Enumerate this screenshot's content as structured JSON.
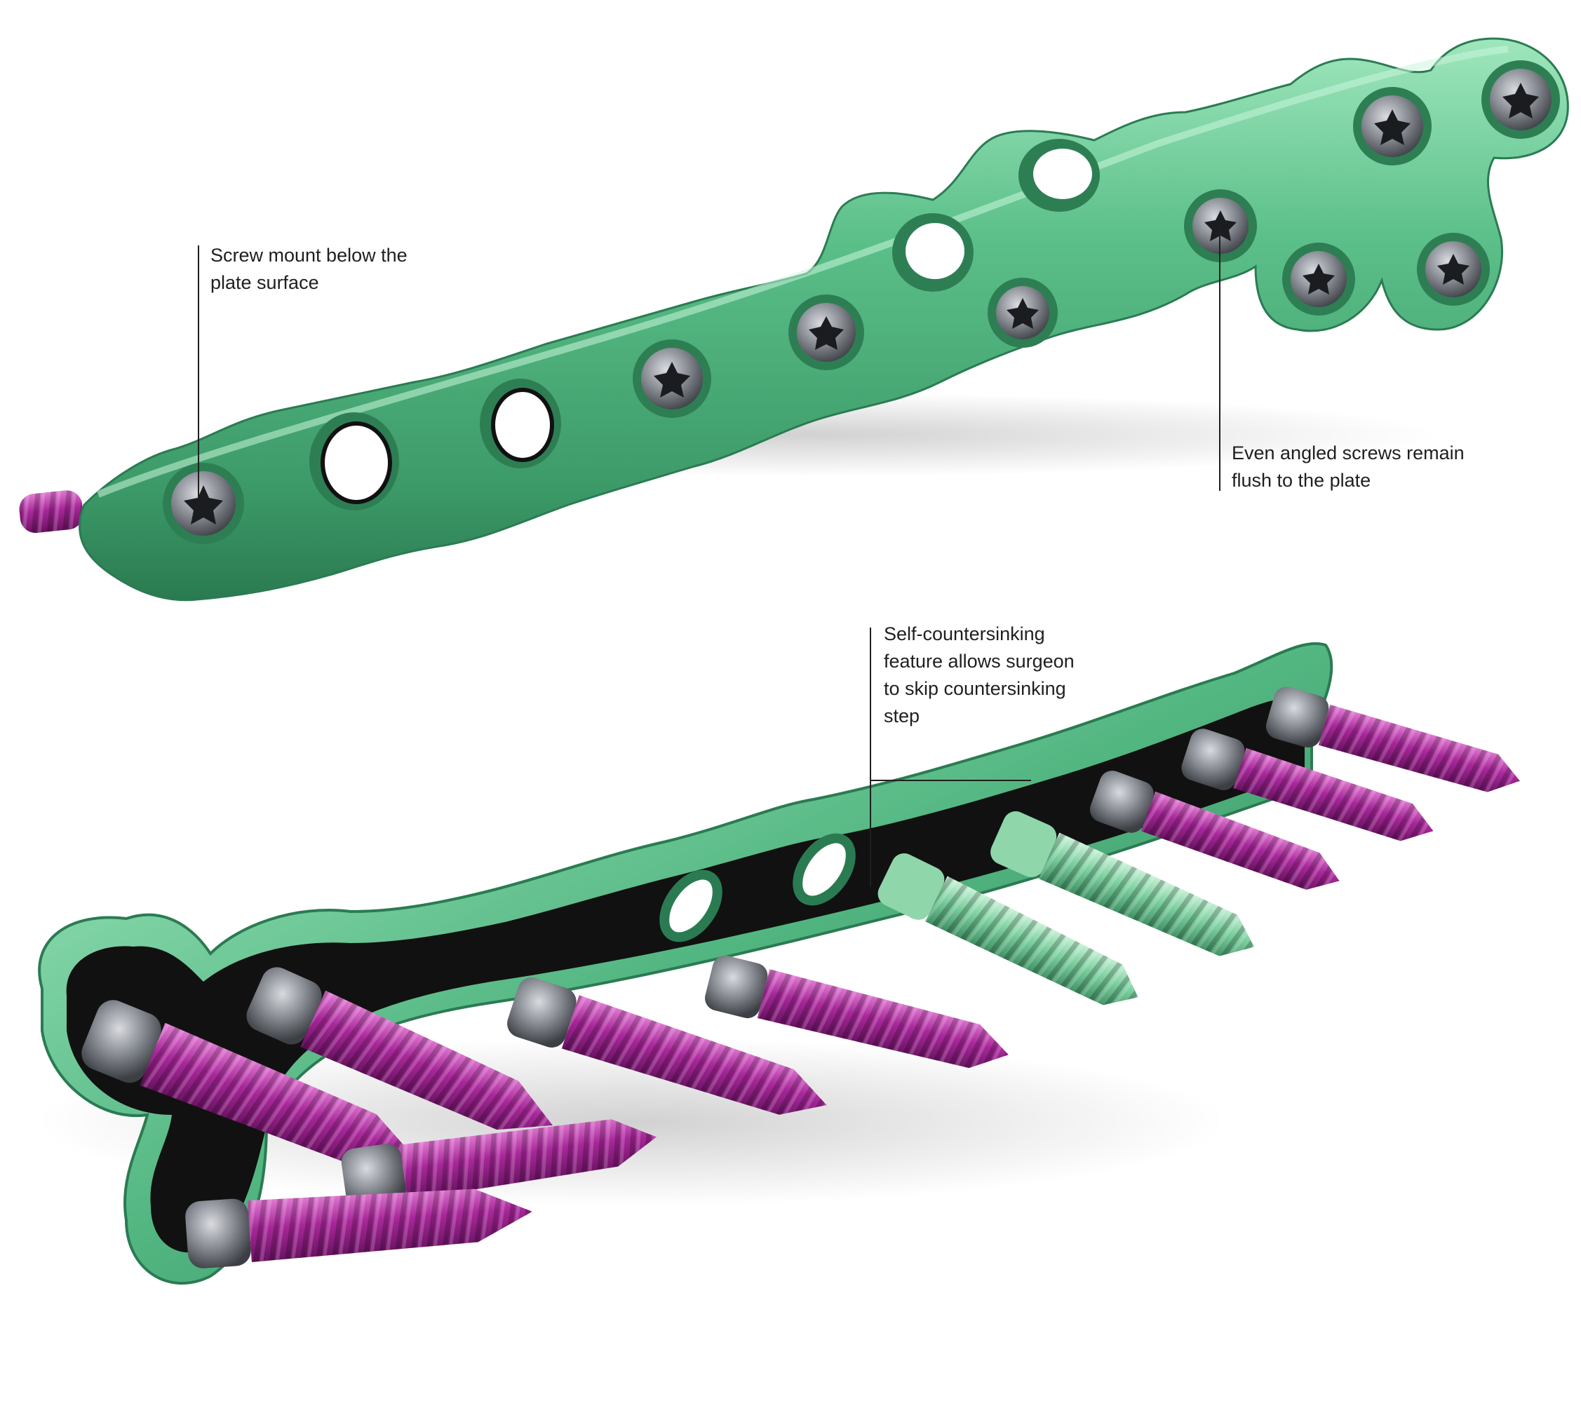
{
  "callouts": {
    "screw_mount": {
      "lines": [
        "Screw mount below the",
        "plate surface"
      ],
      "icon": "leader-line"
    },
    "angled_screws": {
      "lines": [
        "Even angled screws remain",
        "flush to the plate"
      ],
      "icon": "leader-line"
    },
    "self_countersinking": {
      "lines": [
        "Self-countersinking",
        "feature allows surgeon",
        "to skip countersinking",
        "step"
      ],
      "icon": "leader-line"
    }
  },
  "colors": {
    "plate_green": "#4fb27c",
    "plate_green_light": "#8fdcaf",
    "plate_green_dark": "#2f7f55",
    "screw_magenta": "#a0258f",
    "screw_magenta_light": "#d45bc4",
    "screw_head_gray": "#7b7f86",
    "cut_face": "#111111",
    "background": "#ffffff",
    "text": "#1f1f1f"
  }
}
